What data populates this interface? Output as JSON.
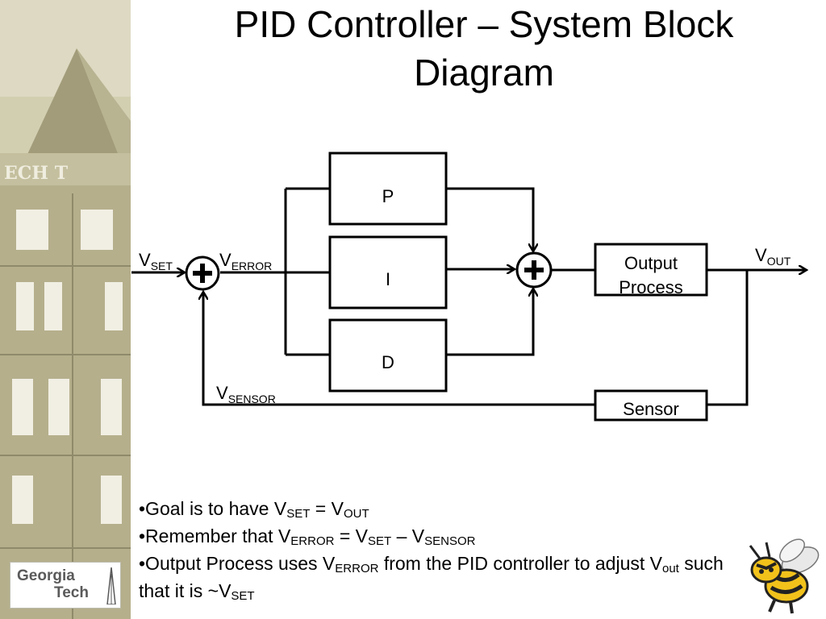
{
  "title": "PID Controller – System Block Diagram",
  "logo": {
    "line1": "Georgia",
    "line2": "Tech"
  },
  "diagram": {
    "blocks": {
      "p": "P",
      "i": "I",
      "d": "D",
      "output_process": [
        "Output",
        "Process"
      ],
      "sensor": "Sensor"
    },
    "labels": {
      "v_set": {
        "main": "V",
        "sub": "SET"
      },
      "v_error": {
        "main": "V",
        "sub": "ERROR"
      },
      "v_out": {
        "main": "V",
        "sub": "OUT"
      },
      "v_sensor": {
        "main": "V",
        "sub": "SENSOR"
      }
    }
  },
  "bullets": [
    {
      "prefix": "•Goal is to have V",
      "s1": "SET",
      "mid": " = V",
      "s2": "OUT"
    },
    {
      "prefix": "•Remember that  V",
      "s1": "ERROR",
      "mid1": " = V",
      "s2": "SET",
      "mid2": " – V",
      "s3": "SENSOR"
    },
    {
      "prefix": "•Output Process uses V",
      "s1": "ERROR",
      "mid1": " from the PID controller to adjust V",
      "s2": "out",
      "mid2": " such that it is ~V",
      "s3": "SET"
    }
  ],
  "colors": {
    "photo_tint": "#c9c5a3",
    "photo_dark": "#8f8a6a",
    "logo_text": "#5a5a5a",
    "mascot_yellow": "#f2c21b"
  },
  "icons": [
    "georgia-tech-logo",
    "yellow-jacket-mascot-icon",
    "summing-junction-icon"
  ]
}
